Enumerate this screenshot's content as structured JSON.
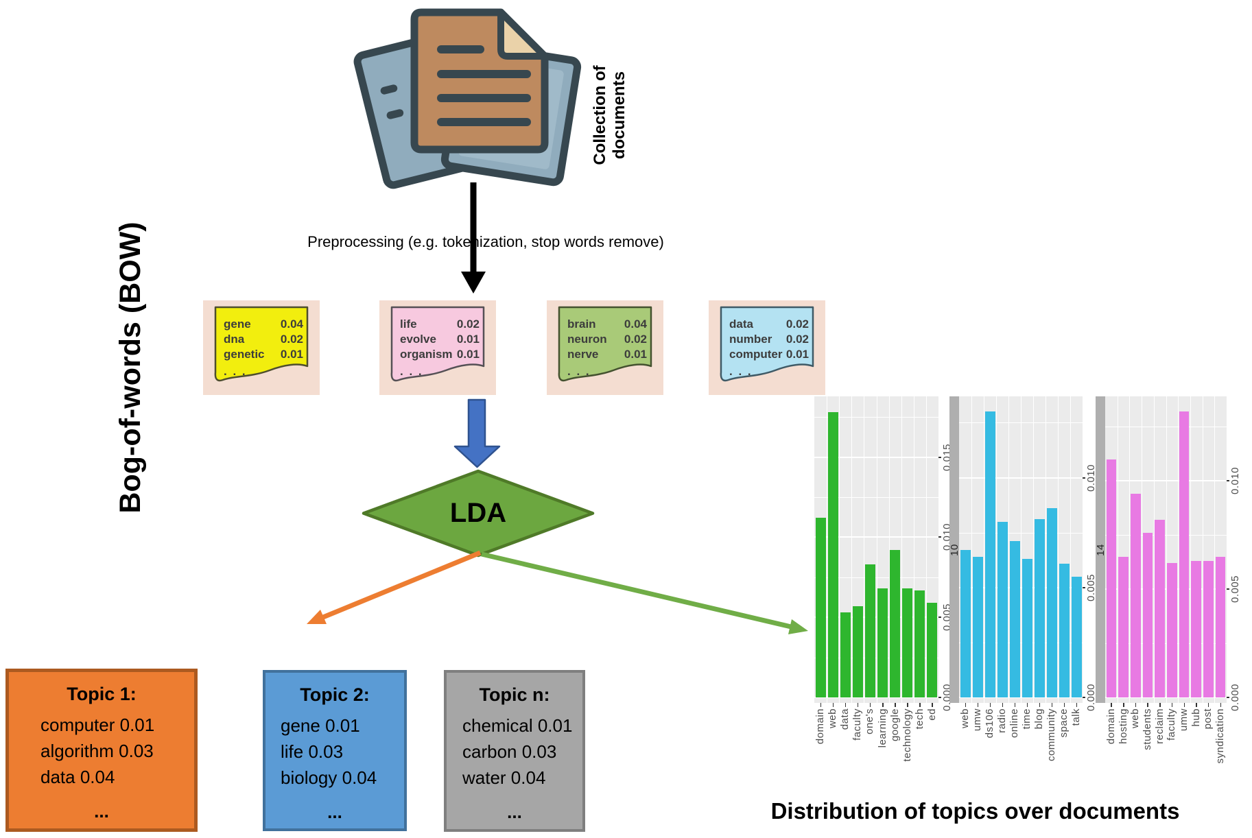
{
  "diagram": {
    "bow_label": "Bog-of-words (BOW)",
    "collection_label_line1": "Collection of",
    "collection_label_line2": "documents",
    "preprocessing_label": "Preprocessing (e.g. tokenization, stop words remove)",
    "lda_label": "LDA",
    "colors": {
      "black_arrow": "#000000",
      "blue_arrow": "#4472C4",
      "blue_arrow_border": "#2F528F",
      "orange_arrow": "#ED7D31",
      "green_arrow": "#70AD47",
      "diamond_fill": "#6CA740",
      "diamond_border": "#4F7A28",
      "doc_paper_blue": "#90ACBD",
      "doc_front_brown": "#BE8A5F",
      "doc_fold_tan": "#EAD2A9",
      "doc_outline": "#37474F"
    }
  },
  "notes": {
    "card_bg": "#F4DDD1",
    "items": [
      {
        "fill": "#F2EE0E",
        "border": "#4E4E2E",
        "words": [
          [
            "gene",
            "0.04"
          ],
          [
            "dna",
            "0.02"
          ],
          [
            "genetic",
            "0.01"
          ]
        ],
        "ellipsis": ". . ."
      },
      {
        "fill": "#F7C9DF",
        "border": "#555055",
        "words": [
          [
            "life",
            "0.02"
          ],
          [
            "evolve",
            "0.01"
          ],
          [
            "organism",
            "0.01"
          ]
        ],
        "ellipsis": ". . ."
      },
      {
        "fill": "#A9CA78",
        "border": "#44512F",
        "words": [
          [
            "brain",
            "0.04"
          ],
          [
            "neuron",
            "0.02"
          ],
          [
            "nerve",
            "0.01"
          ]
        ],
        "ellipsis": ". . ."
      },
      {
        "fill": "#B4E2F2",
        "border": "#3F5A66",
        "words": [
          [
            "data",
            "0.02"
          ],
          [
            "number",
            "0.02"
          ],
          [
            "computer",
            "0.01"
          ]
        ],
        "ellipsis": ". . ."
      }
    ]
  },
  "topics": [
    {
      "title": "Topic 1:",
      "lines": [
        "computer 0.01",
        "algorithm 0.03",
        "data 0.04"
      ],
      "more": "...",
      "fill": "#ED7D31",
      "border": "#AC5A20"
    },
    {
      "title": "Topic 2:",
      "lines": [
        "gene 0.01",
        "life 0.03",
        "biology 0.04"
      ],
      "more": "...",
      "fill": "#5B9BD5",
      "border": "#41719C"
    },
    {
      "title": "Topic n:",
      "lines": [
        "chemical 0.01",
        "carbon 0.03",
        "water 0.04"
      ],
      "more": "...",
      "fill": "#A6A6A6",
      "border": "#7F7F7F"
    }
  ],
  "chart_title": "Distribution of topics over documents",
  "chart_data": [
    {
      "type": "bar",
      "strip_label": null,
      "bar_color": "#2EB62E",
      "panel_bg": "#EBEBEB",
      "categories": [
        "domain",
        "web",
        "data",
        "faculty",
        "one's",
        "learning",
        "google",
        "technology",
        "tech",
        "ed"
      ],
      "values": [
        0.0112,
        0.0178,
        0.0053,
        0.0057,
        0.0083,
        0.0068,
        0.0092,
        0.0068,
        0.0067,
        0.0059
      ],
      "yticks": [
        0.015,
        0.01,
        0.005,
        0.0
      ],
      "ylim": [
        0,
        0.0188
      ],
      "xlabel": "",
      "ylabel": ""
    },
    {
      "type": "bar",
      "strip_label": "10",
      "bar_color": "#35BBE2",
      "panel_bg": "#EBEBEB",
      "categories": [
        "web",
        "umw",
        "ds106",
        "radio",
        "online",
        "time",
        "blog",
        "community",
        "space",
        "talk"
      ],
      "values": [
        0.0067,
        0.0064,
        0.013,
        0.008,
        0.0071,
        0.0063,
        0.0081,
        0.0086,
        0.0061,
        0.0055
      ],
      "yticks": [
        0.01,
        0.005,
        0.0
      ],
      "ylim": [
        0,
        0.0137
      ],
      "xlabel": "",
      "ylabel": ""
    },
    {
      "type": "bar",
      "strip_label": "14",
      "bar_color": "#E87AE3",
      "panel_bg": "#EBEBEB",
      "categories": [
        "domain",
        "hosting",
        "web",
        "students",
        "reclaim",
        "faculty",
        "umw",
        "hub",
        "post",
        "syndication"
      ],
      "values": [
        0.011,
        0.0065,
        0.0094,
        0.0076,
        0.0082,
        0.0062,
        0.0132,
        0.0063,
        0.0063,
        0.0065
      ],
      "yticks": [
        0.01,
        0.005,
        0.0
      ],
      "ylim": [
        0,
        0.0139
      ],
      "xlabel": "",
      "ylabel": ""
    }
  ]
}
